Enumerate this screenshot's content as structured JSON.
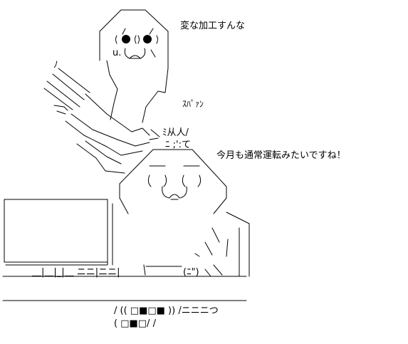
{
  "dialogue": {
    "line1": "変な加工すんな",
    "line2": "ｽﾊﾟｧﾝ",
    "line3": "今月も通常運転みたいですね！"
  },
  "art": {
    "ink_color": "#000000",
    "background_color": "#ffffff",
    "keyboard_text": "/ (( □■□■ )) /ニニニつ",
    "keyboard_text_2": "(    □■□/    /",
    "hand_mark": "ﾉ",
    "splash_mark": "ﾐ从人/",
    "impact_text": "ﾆ ;':て",
    "desk_scribble": "＿|＿|_|＿   ニニ|ニニ|",
    "cushion_mark": "(ﾆ\")"
  }
}
